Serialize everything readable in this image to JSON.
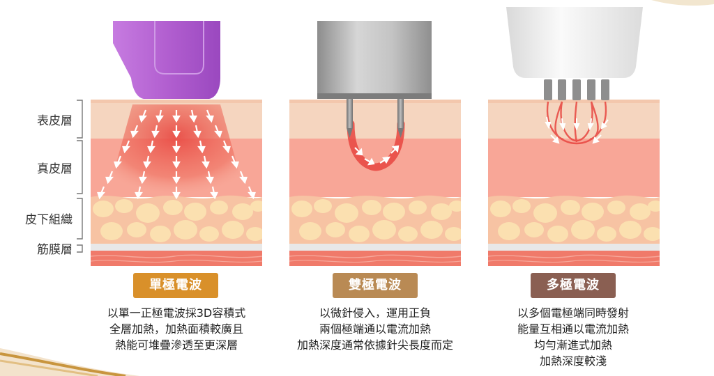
{
  "layer_labels": [
    "表皮層",
    "真皮層",
    "皮下組織",
    "筋膜層"
  ],
  "methods": [
    {
      "title": "單極電波",
      "color": "#d9902a",
      "device_color": "#b25fd0",
      "lines": [
        "以單一正極電波採3D容積式",
        "全層加熱，加熱面積較廣且",
        "熱能可堆疊滲透至更深層"
      ]
    },
    {
      "title": "雙極電波",
      "color": "#b98a54",
      "device_color": "#a9a9a9",
      "lines": [
        "以微針侵入，運用正負",
        "兩個極端通以電流加熱",
        "加熱深度通常依據針尖長度而定"
      ]
    },
    {
      "title": "多極電波",
      "color": "#8a5f52",
      "device_color": "#eeeeee",
      "lines": [
        "以多個電極端同時發射",
        "能量互相通以電流加熱",
        "均勻漸進式加熱",
        "加熱深度較淺"
      ]
    }
  ],
  "colors": {
    "epidermis": "#f5d5bf",
    "dermis": "#f8a697",
    "subcutaneous": "#f7c3a3",
    "fat": "#fbe0b0",
    "fascia": "#f07a6a",
    "heat": "#e8453f"
  }
}
